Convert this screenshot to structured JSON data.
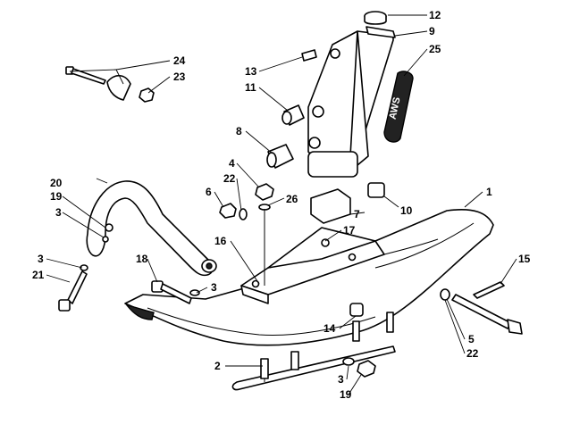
{
  "labels": {
    "l1": "1",
    "l2": "2",
    "l3a": "3",
    "l3b": "3",
    "l3c": "3",
    "l3d": "3",
    "l4": "4",
    "l5": "5",
    "l6": "6",
    "l7": "7",
    "l8": "8",
    "l9": "9",
    "l10": "10",
    "l11": "11",
    "l12": "12",
    "l13": "13",
    "l14": "14",
    "l15": "15",
    "l16": "16",
    "l17": "17",
    "l18": "18",
    "l19a": "19",
    "l19b": "19",
    "l20": "20",
    "l21": "21",
    "l22a": "22",
    "l22b": "22",
    "l23": "23",
    "l24": "24",
    "l25": "25",
    "l26": "26"
  },
  "decal_text": "AWS"
}
